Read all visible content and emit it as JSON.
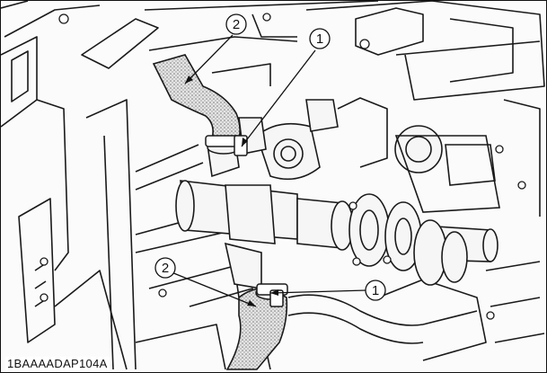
{
  "figure": {
    "code": "1BAAAADAP104A",
    "callouts": [
      {
        "num": "2",
        "target": "upper-hose"
      },
      {
        "num": "1",
        "target": "upper-clamp"
      },
      {
        "num": "2",
        "target": "lower-hose"
      },
      {
        "num": "1",
        "target": "lower-clamp"
      }
    ]
  }
}
